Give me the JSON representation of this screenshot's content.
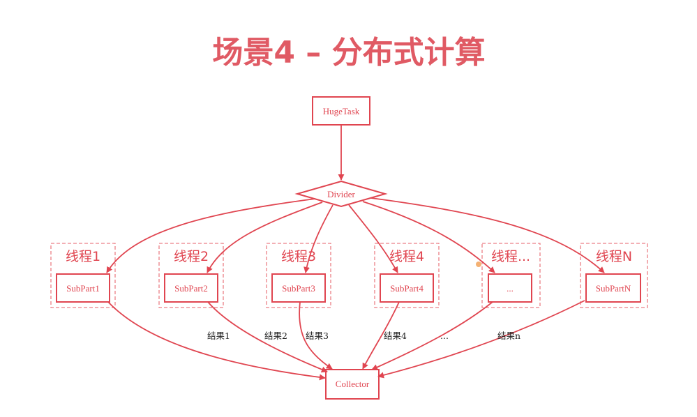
{
  "title": "场景4 – 分布式计算",
  "nodes": {
    "huge_task": "HugeTask",
    "divider": "Divider",
    "collector": "Collector"
  },
  "threads": [
    {
      "group_label": "线程1",
      "part_label": "SubPart1",
      "result_label": "结果1"
    },
    {
      "group_label": "线程2",
      "part_label": "SubPart2",
      "result_label": "结果2"
    },
    {
      "group_label": "线程3",
      "part_label": "SubPart3",
      "result_label": "结果3"
    },
    {
      "group_label": "线程4",
      "part_label": "SubPart4",
      "result_label": "结果4"
    },
    {
      "group_label": "线程...",
      "part_label": "...",
      "result_label": "..."
    },
    {
      "group_label": "线程N",
      "part_label": "SubPartN",
      "result_label": "结果n"
    }
  ],
  "colors": {
    "accent": "#e04550",
    "title": "#e05a64",
    "dashed_border": "#ec7f86",
    "label_text": "#222222"
  }
}
